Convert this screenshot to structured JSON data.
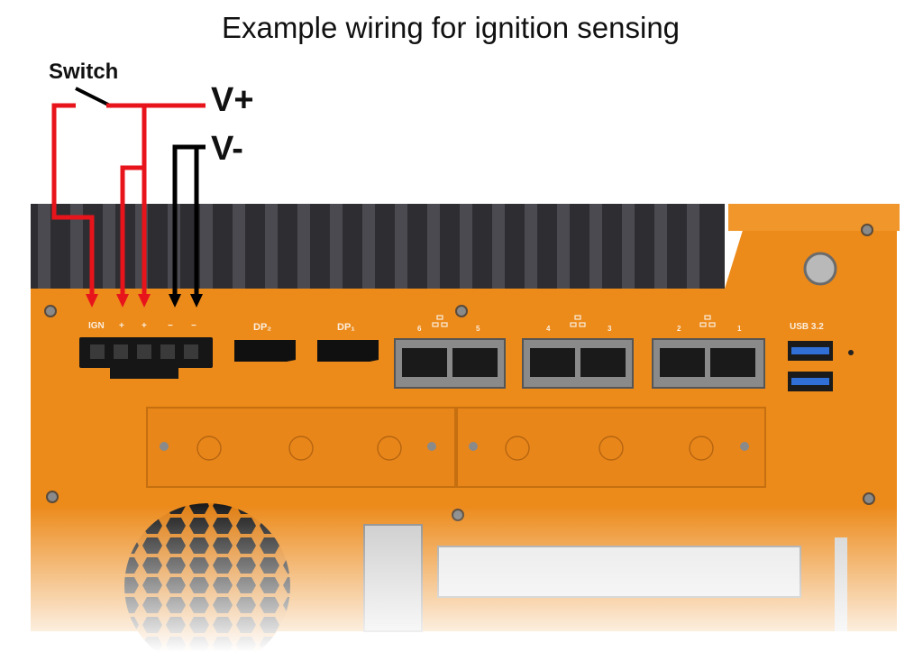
{
  "title": "Example wiring for ignition sensing",
  "wiring": {
    "switch_label": "Switch",
    "vplus_label": "V+",
    "vminus_label": "V-"
  },
  "terminal_labels": [
    "IGN",
    "+",
    "+",
    "−",
    "−"
  ],
  "port_labels": {
    "dp2": "DP₂",
    "dp1": "DP₁",
    "usb": "USB 3.2",
    "lan_a": [
      "6",
      "5"
    ],
    "lan_b": [
      "4",
      "3"
    ],
    "lan_c": [
      "2",
      "1"
    ]
  },
  "colors": {
    "chassis": "#ec8a1a",
    "heatsink": "#3a3a3e",
    "wire_positive": "#e8141c",
    "wire_negative": "#000000",
    "usb_blue": "#2f6fd6"
  }
}
